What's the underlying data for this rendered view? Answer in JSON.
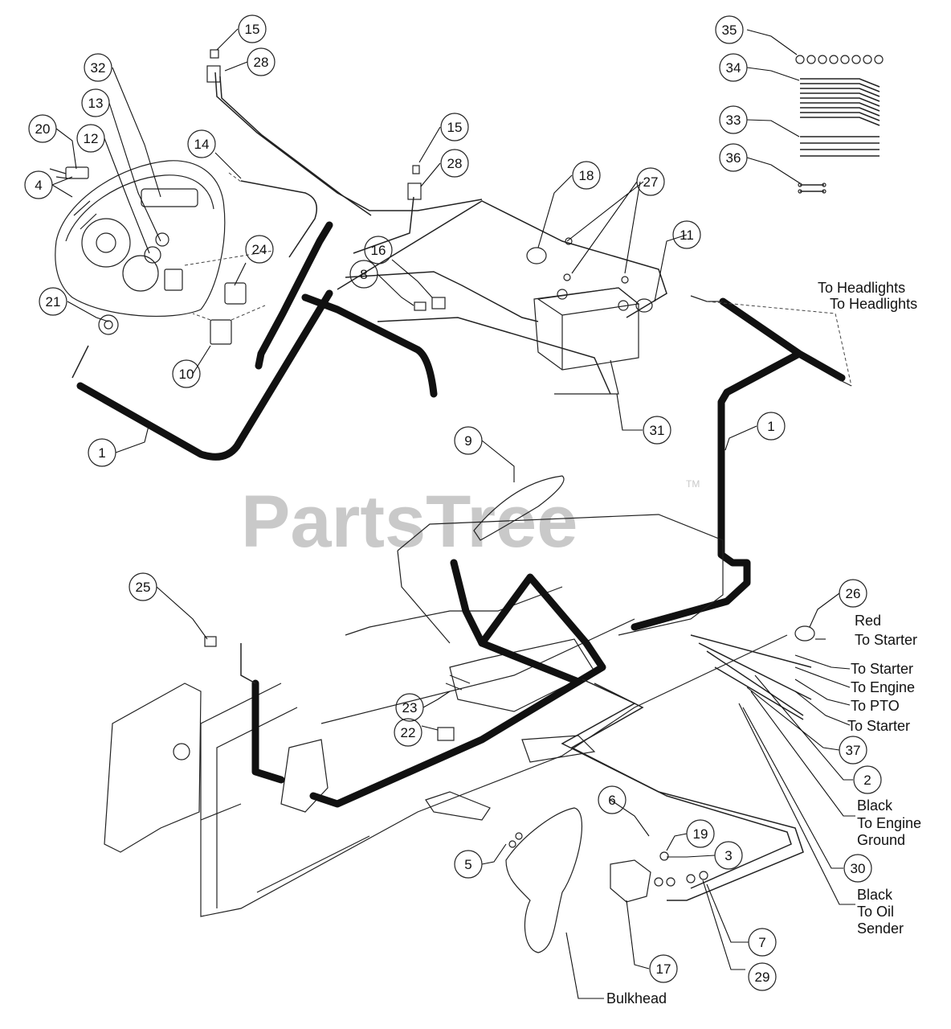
{
  "watermark": "PartsTree",
  "trademark": "TM",
  "callouts": [
    {
      "id": "c1a",
      "text": "1"
    },
    {
      "id": "c1b",
      "text": "1"
    },
    {
      "id": "c2",
      "text": "2"
    },
    {
      "id": "c3",
      "text": "3"
    },
    {
      "id": "c4",
      "text": "4"
    },
    {
      "id": "c5",
      "text": "5"
    },
    {
      "id": "c6",
      "text": "6"
    },
    {
      "id": "c7",
      "text": "7"
    },
    {
      "id": "c8",
      "text": "8"
    },
    {
      "id": "c9",
      "text": "9"
    },
    {
      "id": "c10",
      "text": "10"
    },
    {
      "id": "c11",
      "text": "11"
    },
    {
      "id": "c12",
      "text": "12"
    },
    {
      "id": "c13",
      "text": "13"
    },
    {
      "id": "c14",
      "text": "14"
    },
    {
      "id": "c15a",
      "text": "15"
    },
    {
      "id": "c15b",
      "text": "15"
    },
    {
      "id": "c16",
      "text": "16"
    },
    {
      "id": "c17",
      "text": "17"
    },
    {
      "id": "c18",
      "text": "18"
    },
    {
      "id": "c19",
      "text": "19"
    },
    {
      "id": "c20",
      "text": "20"
    },
    {
      "id": "c21",
      "text": "21"
    },
    {
      "id": "c22",
      "text": "22"
    },
    {
      "id": "c23",
      "text": "23"
    },
    {
      "id": "c24",
      "text": "24"
    },
    {
      "id": "c25",
      "text": "25"
    },
    {
      "id": "c26",
      "text": "26"
    },
    {
      "id": "c27",
      "text": "27"
    },
    {
      "id": "c28a",
      "text": "28"
    },
    {
      "id": "c28b",
      "text": "28"
    },
    {
      "id": "c29",
      "text": "29"
    },
    {
      "id": "c30",
      "text": "30"
    },
    {
      "id": "c31",
      "text": "31"
    },
    {
      "id": "c32",
      "text": "32"
    },
    {
      "id": "c33",
      "text": "33"
    },
    {
      "id": "c34",
      "text": "34"
    },
    {
      "id": "c35",
      "text": "35"
    },
    {
      "id": "c36",
      "text": "36"
    },
    {
      "id": "c37",
      "text": "37"
    }
  ],
  "labels": {
    "headlights_1": "To Headlights",
    "headlights_2": "To Headlights",
    "red": "Red",
    "to_starter_red": "To Starter",
    "to_starter_1": "To Starter",
    "to_engine": "To Engine",
    "to_pto": "To PTO",
    "to_starter_2": "To Starter",
    "black_1": "Black",
    "to_engine_ground": "To Engine",
    "ground": "Ground",
    "black_2": "Black",
    "to_oil": "To Oil",
    "sender": "Sender",
    "bulkhead": "Bulkhead"
  }
}
